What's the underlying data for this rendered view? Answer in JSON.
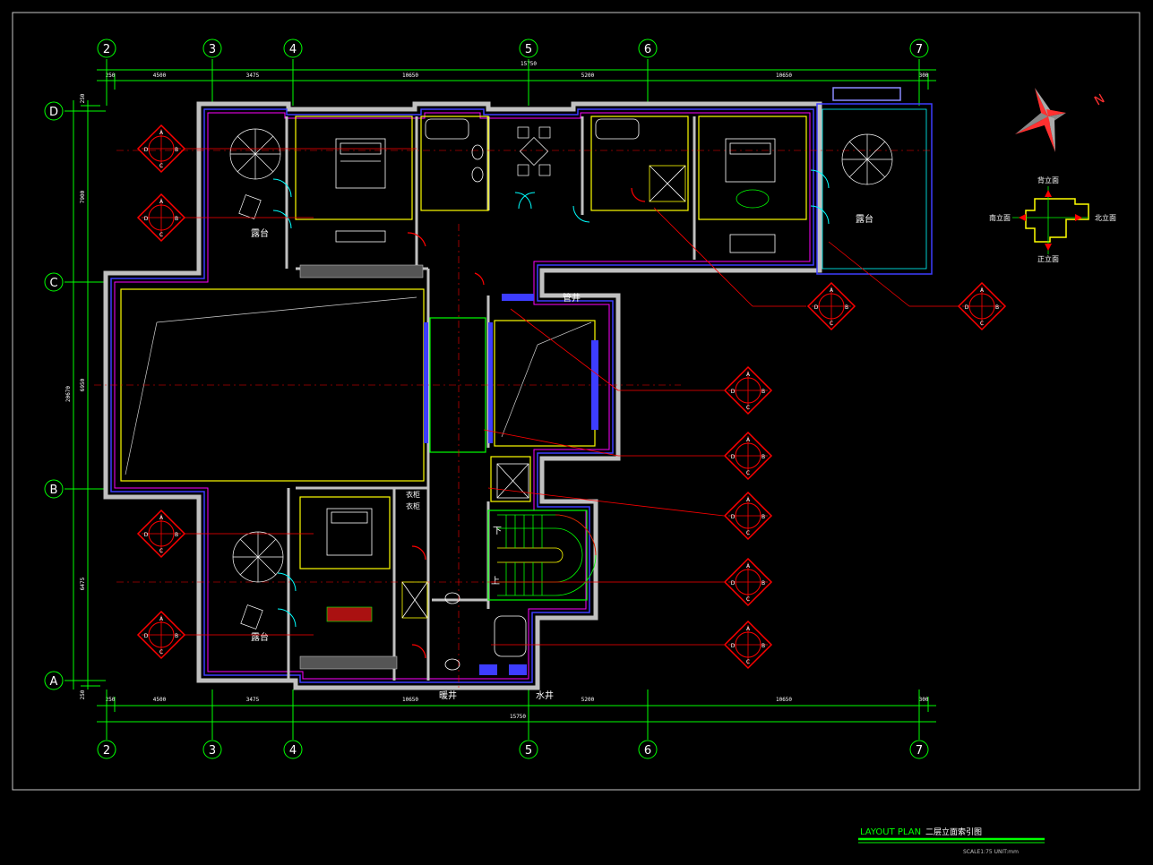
{
  "grid": {
    "columns": [
      "2",
      "3",
      "4",
      "5",
      "6",
      "7"
    ],
    "rows": [
      "D",
      "C",
      "B",
      "A"
    ]
  },
  "dimensions": {
    "top_overall": "15750",
    "top_segments": [
      "250",
      "4500",
      "3475",
      "10650",
      "5200",
      "10650",
      "300"
    ],
    "bottom_overall": "15750",
    "bottom_segments": [
      "250",
      "4500",
      "3475",
      "10650",
      "5200",
      "10650",
      "300"
    ],
    "left_overall": "20670",
    "left_segments": [
      "250",
      "7900",
      "6950",
      "6475",
      "250"
    ]
  },
  "rooms": {
    "terrace_nw": "露台",
    "terrace_ne": "露台",
    "terrace_sw": "露台",
    "shaft_right": "管井",
    "shaft_bottom_left": "暖井",
    "shaft_bottom_right": "水井",
    "stair_down": "下",
    "stair_up": "上",
    "closet_a": "衣柜",
    "closet_b": "衣柜"
  },
  "elevation_legend": {
    "north": "背立面",
    "south": "正立面",
    "west": "南立面",
    "east": "北立面"
  },
  "index_symbol": {
    "top": "A",
    "left": "D",
    "right": "B",
    "bottom": "C"
  },
  "title_block": {
    "title_en": "LAYOUT PLAN",
    "title_cn": "二层立面索引图",
    "scale": "SCALE1:75 UNIT:mm"
  },
  "colors": {
    "background": "#000000",
    "grid_line": "#00ff00",
    "wall_outer": "#c0c0c0",
    "wall_inner": "#ffff00",
    "accent_blue": "#3d3dff",
    "accent_magenta": "#ff00ff",
    "accent_cyan": "#00ffff",
    "index_red": "#ff0000"
  }
}
